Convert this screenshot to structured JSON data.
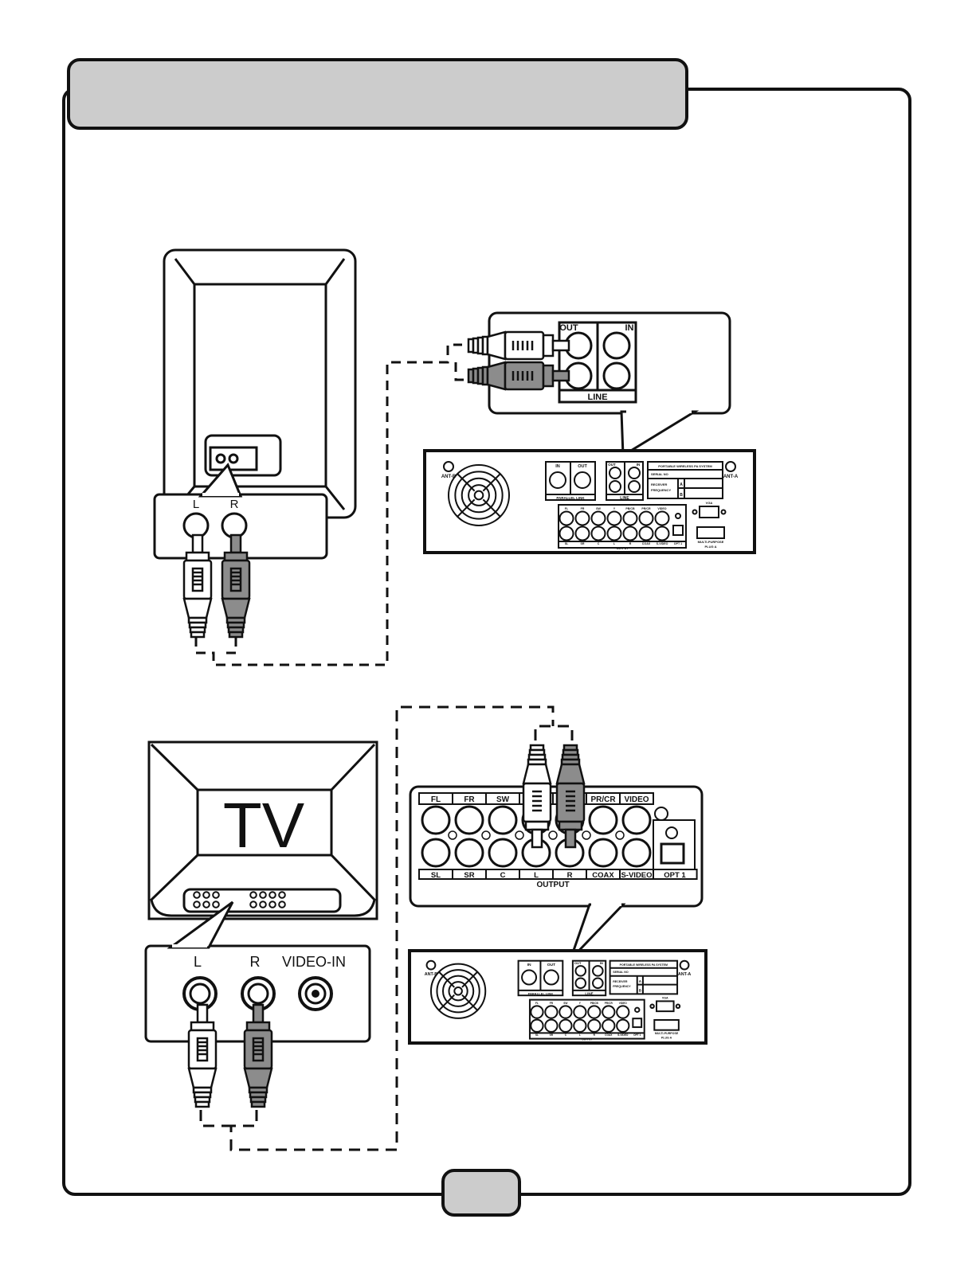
{
  "colors": {
    "ink": "#111111",
    "header_fill": "#cccccc",
    "white_plug": "#ffffff",
    "red_plug": "#8c8c8c",
    "page_tab_fill": "#cccccc"
  },
  "header": {
    "title": ""
  },
  "page_number": "",
  "diagram_top": {
    "jack_left": "L",
    "jack_right": "R",
    "panel_out": "OUT",
    "panel_in": "IN",
    "panel_line": "LINE"
  },
  "diagram_bottom": {
    "tv_label": "TV",
    "jack_left": "L",
    "jack_right": "R",
    "jack_video": "VIDEO-IN",
    "output_top": [
      "FL",
      "FR",
      "SW",
      "",
      "",
      "PR/CR",
      "VIDEO"
    ],
    "output_bottom": [
      "SL",
      "SR",
      "C",
      "L",
      "R",
      "COAX",
      "S-VIDEO",
      "OPT 1"
    ],
    "output_group": "OUTPUT"
  },
  "receiver_panel": {
    "ant_b": "ANT-B",
    "ant_a": "ANT-A",
    "in": "IN",
    "out": "OUT",
    "parallel_link": "PARALLEL LINK",
    "line": "LINE",
    "out_small": "OUT",
    "in_small": "IN",
    "system": "PORTABLE WIRELESS PA SYSTEM",
    "serial": "SERIAL NO",
    "receiver": "RECEIVER",
    "frequency": "FREQUENCY",
    "a": "A",
    "b": "B",
    "vga": "VGA",
    "multi": "MULTI-PURPOSE",
    "plug": "PLUG A",
    "output": "OUTPUT",
    "out_top": [
      "FL",
      "FR",
      "SW",
      "Y",
      "PB/CB",
      "PR/CR",
      "VIDEO"
    ],
    "out_bottom": [
      "SL",
      "SR",
      "C",
      "L",
      "R",
      "COAX",
      "S-VIDEO",
      "OPT 1"
    ]
  }
}
